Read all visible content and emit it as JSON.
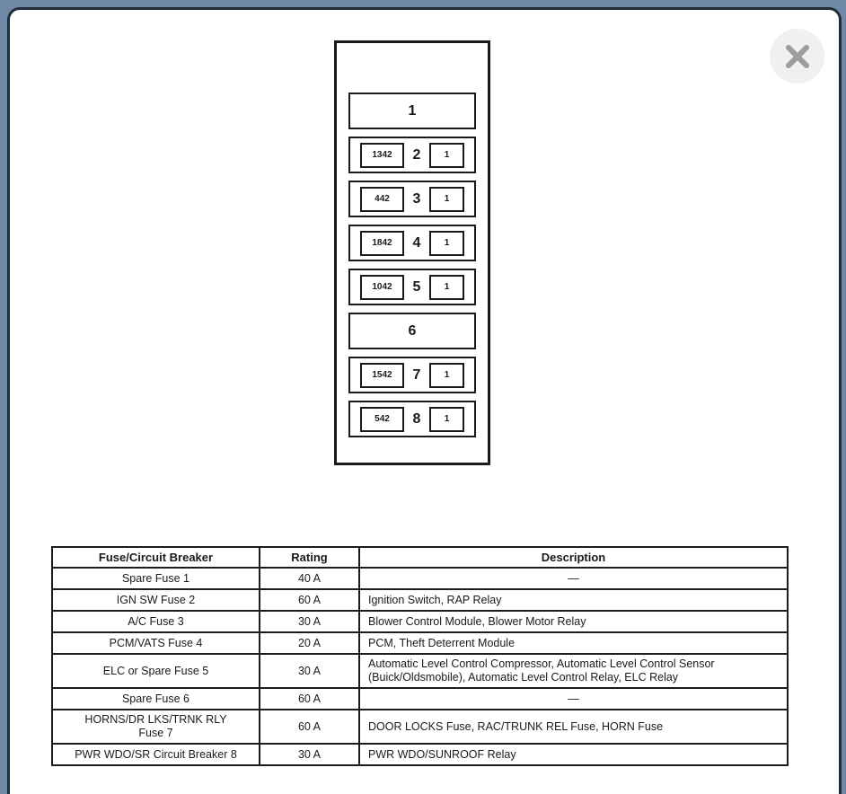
{
  "dialog": {
    "close_icon": "✕"
  },
  "colors": {
    "backdrop": "#6f89a6",
    "panel_border": "#1f2c3a",
    "line": "#1a1a1a",
    "close_bg": "#f0f0f0",
    "close_x": "#9d9d9d"
  },
  "diagram": {
    "slots": [
      {
        "type": "wide",
        "label": "1"
      },
      {
        "type": "fuse",
        "circuit": "1342",
        "label": "2",
        "terminal": "1"
      },
      {
        "type": "fuse",
        "circuit": "442",
        "label": "3",
        "terminal": "1"
      },
      {
        "type": "fuse",
        "circuit": "1842",
        "label": "4",
        "terminal": "1"
      },
      {
        "type": "fuse",
        "circuit": "1042",
        "label": "5",
        "terminal": "1"
      },
      {
        "type": "wide",
        "label": "6"
      },
      {
        "type": "fuse",
        "circuit": "1542",
        "label": "7",
        "terminal": "1"
      },
      {
        "type": "fuse",
        "circuit": "542",
        "label": "8",
        "terminal": "1"
      }
    ]
  },
  "table": {
    "headers": [
      "Fuse/Circuit Breaker",
      "Rating",
      "Description"
    ],
    "rows": [
      {
        "fuse": "Spare Fuse 1",
        "rating": "40 A",
        "description": "—"
      },
      {
        "fuse": "IGN SW Fuse 2",
        "rating": "60 A",
        "description": "Ignition Switch, RAP Relay"
      },
      {
        "fuse": "A/C Fuse 3",
        "rating": "30 A",
        "description": "Blower Control Module, Blower Motor Relay"
      },
      {
        "fuse": "PCM/VATS Fuse 4",
        "rating": "20 A",
        "description": "PCM, Theft Deterrent Module"
      },
      {
        "fuse": "ELC or Spare Fuse 5",
        "rating": "30 A",
        "description": "Automatic Level Control Compressor, Automatic Level Control Sensor\n(Buick/Oldsmobile), Automatic Level Control Relay, ELC Relay"
      },
      {
        "fuse": "Spare Fuse 6",
        "rating": "60 A",
        "description": "—"
      },
      {
        "fuse": "HORNS/DR LKS/TRNK RLY\nFuse 7",
        "rating": "60 A",
        "description": "DOOR LOCKS Fuse, RAC/TRUNK REL Fuse, HORN Fuse"
      },
      {
        "fuse": "PWR WDO/SR Circuit Breaker 8",
        "rating": "30 A",
        "description": "PWR WDO/SUNROOF Relay"
      }
    ]
  }
}
